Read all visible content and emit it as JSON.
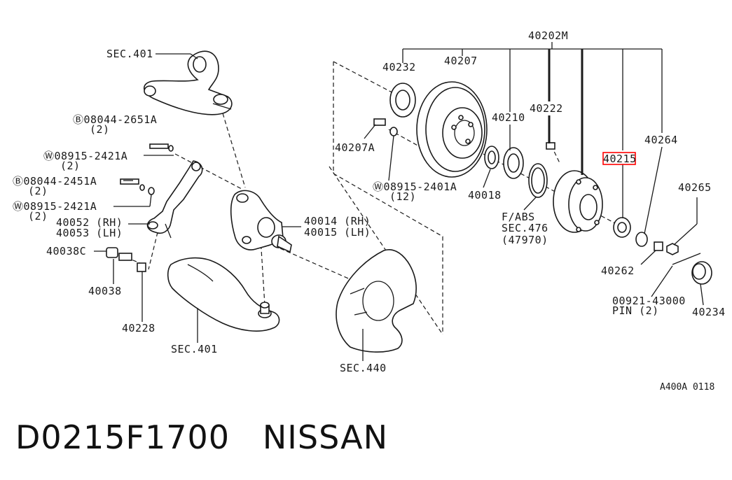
{
  "diagram": {
    "labels": {
      "sec401_top": "SEC.401",
      "b08044_2651a": "Ⓑ08044-2651A",
      "b08044_2651a_qty": "(2)",
      "w08915_2421a_1": "Ⓦ08915-2421A",
      "w08915_2421a_1_qty": "(2)",
      "b08044_2451a": "Ⓑ08044-2451A",
      "b08044_2451a_qty": "(2)",
      "w08915_2421a_2": "Ⓦ08915-2421A",
      "w08915_2421a_2_qty": "(2)",
      "p40052": "40052 (RH)",
      "p40053": "40053 (LH)",
      "p40038c": "40038C",
      "p40038": "40038",
      "p40228": "40228",
      "sec401_bottom": "SEC.401",
      "p40014": "40014 (RH)",
      "p40015": "40015 (LH)",
      "sec440": "SEC.440",
      "p40232": "40232",
      "p40207": "40207",
      "p40207a": "40207A",
      "w08915_2401a": "Ⓦ08915-2401A",
      "w08915_2401a_qty": "(12)",
      "p40018": "40018",
      "p40210": "40210",
      "p40222": "40222",
      "p40202m": "40202M",
      "fabs": "F/ABS",
      "sec476": "SEC.476",
      "p47970": "(47970)",
      "p40215": "40215",
      "p40264": "40264",
      "p40265": "40265",
      "p40262": "40262",
      "p00921": "00921-43000",
      "pin": "PIN (2)",
      "p40234": "40234",
      "ref": "A400A 0118"
    },
    "highlight": "40215",
    "highlight_color": "#ff0000"
  },
  "footer": {
    "part_code": "D0215F1700",
    "brand": "NISSAN"
  }
}
